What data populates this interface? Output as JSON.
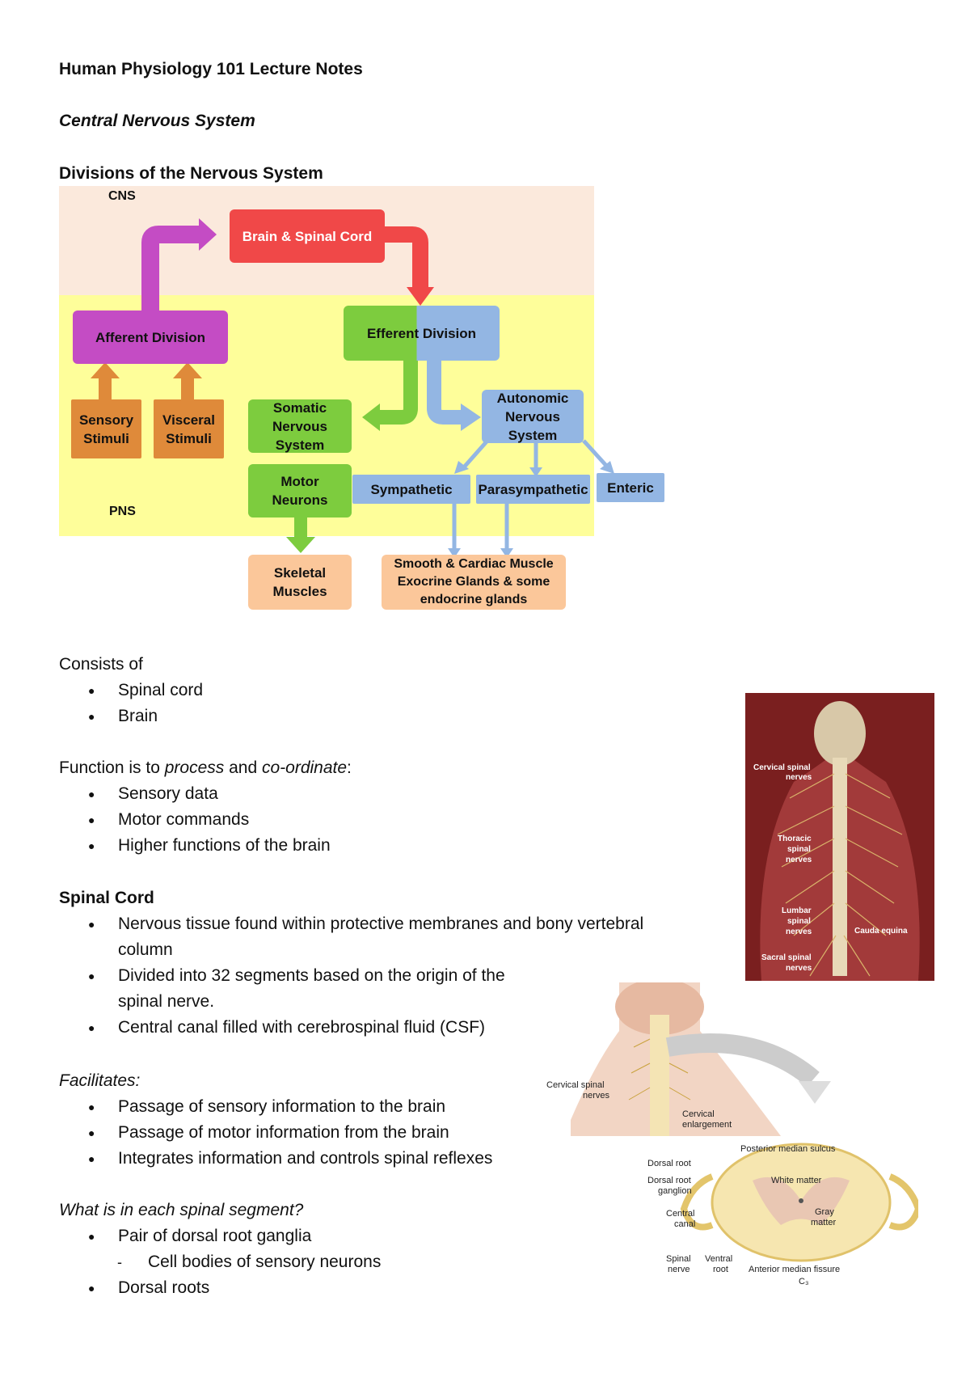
{
  "document": {
    "title": "Human Physiology 101 Lecture Notes",
    "subtitle": "Central Nervous System"
  },
  "divisions": {
    "heading": "Divisions of the Nervous System",
    "diagram": {
      "cns_label": "CNS",
      "pns_label": "PNS",
      "brain_spinal_cord": "Brain & Spinal Cord",
      "afferent_division": "Afferent Division",
      "efferent_division": "Efferent Division",
      "sensory_stimuli": [
        "Sensory",
        "Stimuli"
      ],
      "visceral_stimuli": [
        "Visceral",
        "Stimuli"
      ],
      "somatic_nervous_system": [
        "Somatic",
        "Nervous",
        "System"
      ],
      "motor_neurons": [
        "Motor",
        "Neurons"
      ],
      "autonomic_nervous_system": [
        "Autonomic",
        "Nervous",
        "System"
      ],
      "sympathetic": "Sympathetic",
      "parasympathetic": "Parasympathetic",
      "enteric": "Enteric",
      "skeletal_muscles": [
        "Skeletal",
        "Muscles"
      ],
      "smooth_cardiac": [
        "Smooth & Cardiac Muscle",
        "Exocrine Glands & some",
        "endocrine glands"
      ],
      "colors": {
        "cns_bg": "#fbe9dc",
        "pns_bg": "#fefe9a",
        "red": "#f04848",
        "magenta": "#c44cc4",
        "green": "#7dcc3e",
        "blue": "#93b6e3",
        "orange": "#df8a3a",
        "peach": "#fbc79a"
      }
    }
  },
  "consists": {
    "heading": "Consists of",
    "items": [
      "Spinal cord",
      "Brain"
    ]
  },
  "function": {
    "heading_pre": "Function is to ",
    "heading_em1": "process",
    "heading_mid": " and ",
    "heading_em2": "co-ordinate",
    "heading_post": ":",
    "items": [
      "Sensory data",
      "Motor commands",
      "Higher functions of the brain"
    ]
  },
  "spinal_cord": {
    "heading": "Spinal Cord",
    "items": [
      "Nervous tissue found within protective membranes and bony vertebral",
      "column",
      "Divided into 32 segments based on the origin of the",
      "spinal nerve.",
      "Central canal filled with cerebrospinal fluid (CSF)"
    ]
  },
  "facilitates": {
    "heading": "Facilitates:",
    "items": [
      "Passage of sensory information to the brain",
      "Passage of motor information from the brain",
      "Integrates information and controls spinal reflexes"
    ]
  },
  "segment": {
    "heading": "What is in each spinal segment?",
    "items": [
      "Pair of dorsal root ganglia",
      "Cell bodies of sensory neurons",
      "Dorsal roots"
    ]
  },
  "back_image": {
    "labels": [
      "Cervical spinal",
      "nerves",
      "Thoracic",
      "spinal",
      "nerves",
      "Lumbar",
      "spinal",
      "nerves",
      "Sacral spinal",
      "nerves",
      "Cauda equina"
    ]
  },
  "neck_image": {
    "labels": {
      "cervical": [
        "Cervical spinal",
        "nerves"
      ],
      "enlargement": [
        "Cervical",
        "enlargement"
      ],
      "posterior": "Posterior median sulcus",
      "dorsal_root": "Dorsal root",
      "drg": [
        "Dorsal root",
        "ganglion"
      ],
      "white": "White matter",
      "central": [
        "Central",
        "canal"
      ],
      "gray": [
        "Gray",
        "matter"
      ],
      "spinal_nerve": [
        "Spinal",
        "nerve"
      ],
      "ventral": [
        "Ventral",
        "root"
      ],
      "anterior": "Anterior median fissure",
      "c3": "C₃"
    }
  }
}
